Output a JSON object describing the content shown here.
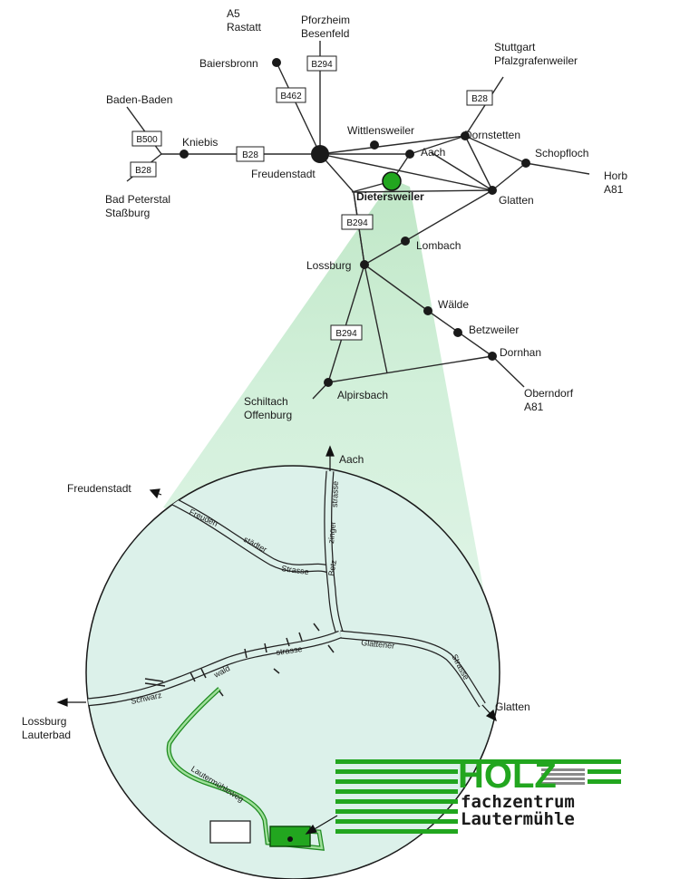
{
  "map": {
    "towns": {
      "a5": "A5",
      "rastatt": "Rastatt",
      "pforzheim": "Pforzheim",
      "besenfeld": "Besenfeld",
      "stuttgart": "Stuttgart",
      "pfalzgrafenweiler": "Pfalzgrafenweiler",
      "baiersbronn": "Baiersbronn",
      "baden_baden": "Baden-Baden",
      "kniebis": "Kniebis",
      "freudenstadt": "Freudenstadt",
      "wittlensweiler": "Wittlensweiler",
      "dornstetten": "Dornstetten",
      "aach": "Aach",
      "schopfloch": "Schopfloch",
      "horb": "Horb",
      "a81_horb": "A81",
      "glatten": "Glatten",
      "dietersweiler": "Dietersweiler",
      "bad_peterstal": "Bad Peterstal",
      "stassburg": "Staßburg",
      "lombach": "Lombach",
      "lossburg": "Lossburg",
      "waelde": "Wälde",
      "betzweiler": "Betzweiler",
      "dornhan": "Dornhan",
      "oberndorf": "Oberndorf",
      "a81_oberndorf": "A81",
      "schiltach": "Schiltach",
      "offenburg": "Offenburg",
      "alpirsbach": "Alpirsbach"
    },
    "routes": {
      "b294_top": "B294",
      "b462": "B462",
      "b28_right": "B28",
      "b500": "B500",
      "b28_left": "B28",
      "b28_mid": "B28",
      "b294_mid": "B294",
      "b294_low": "B294"
    }
  },
  "detail": {
    "arrows": {
      "aach": "Aach",
      "freudenstadt": "Freudenstadt",
      "glatten": "Glatten",
      "lossburg": "Lossburg",
      "lauterbad": "Lauterbad"
    },
    "roads": {
      "freuden": "Freuden",
      "staedter": "städter",
      "strasse1": "Strasse",
      "betz": "Betz",
      "zinger": "zinger",
      "strasse_v": "strasse",
      "glattener": "Glattener",
      "strasse_g": "Strasse",
      "schwarz": "Schwarz",
      "wald": "wald",
      "strasse_s": "strasse",
      "lautermuehleweg": "Lautermühleweg"
    }
  },
  "logo": {
    "holz": "HOLZ",
    "line1": "fachzentrum",
    "line2": "Lautermühle"
  },
  "colors": {
    "green": "#22a61f",
    "light_green": "#d6f0d9",
    "cone_green": "#b8e6bf",
    "circle_fill": "#dff2ea"
  }
}
